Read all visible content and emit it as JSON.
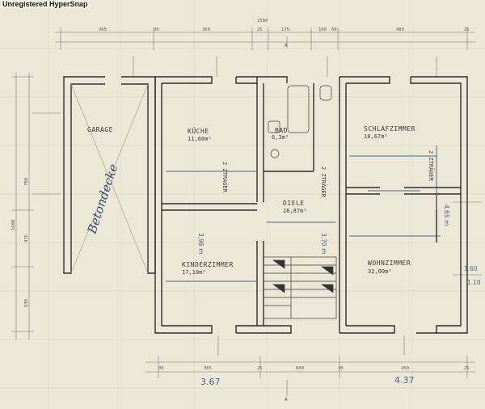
{
  "window": {
    "watermark": "Unregistered HyperSnap"
  },
  "plan": {
    "rooms": {
      "garage": {
        "label": "GARAGE"
      },
      "kueche": {
        "label": "KÜCHE",
        "area": "11,60m²"
      },
      "bad": {
        "label": "BAD",
        "area": "6,3m²"
      },
      "schlafzimmer": {
        "label": "SCHLAFZIMMER",
        "area": "18,67m²"
      },
      "diele": {
        "label": "DIELE",
        "area": "16,87m²"
      },
      "kinderzimmer": {
        "label": "KINDERZIMMER",
        "area": "17,10m²"
      },
      "wohnzimmer": {
        "label": "WOHNZIMMER",
        "area": "32,00m²"
      }
    },
    "beams": {
      "left": "2 ZTRAGER",
      "mid": "2 ZTRÄGER",
      "right": "2 ZTRÄGER"
    },
    "handwritten": {
      "garage_note": "Betondecke",
      "span_left": "3,96 m",
      "span_mid": "3,70 m",
      "span_right": "4,65 m",
      "bottom_left": "3.67",
      "bottom_right": "4.37",
      "side_a": "1.60",
      "side_b": "1.10"
    },
    "dimensions": {
      "top_total": "1580",
      "top_segments": [
        "365",
        "30",
        "360",
        "25",
        "175",
        "100",
        "60",
        "480",
        "25"
      ],
      "left_total": "1600",
      "left_segments": [
        "700",
        "415",
        "630"
      ],
      "bottom_segments": [
        "30",
        "365",
        "25",
        "600",
        "30",
        "450",
        "25"
      ]
    },
    "axis_marks": {
      "top": "A",
      "bottom": "A"
    },
    "colors": {
      "paper": "#ece7d6",
      "ink": "#3a3a3a",
      "pencil_blue": "#3f6b8a"
    }
  }
}
